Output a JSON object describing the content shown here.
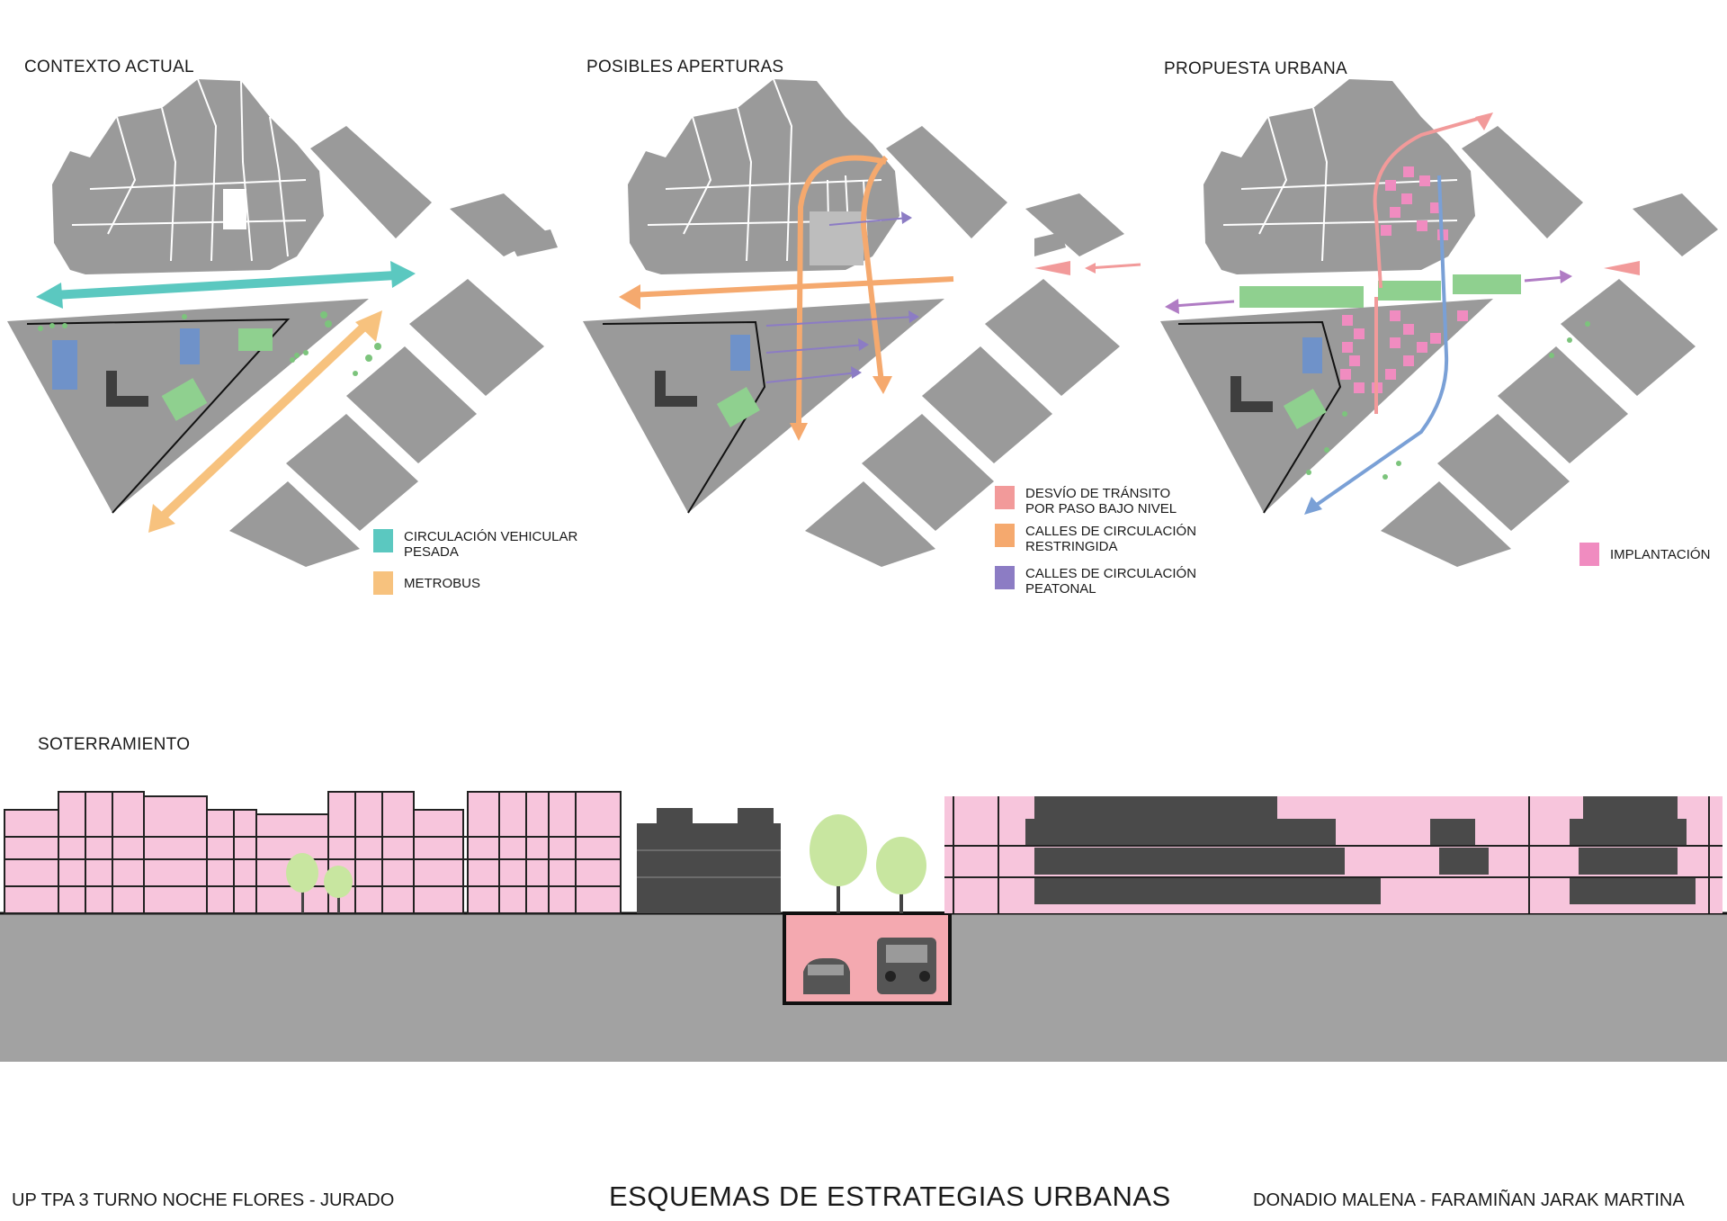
{
  "panels": [
    {
      "title": "CONTEXTO ACTUAL"
    },
    {
      "title": "POSIBLES APERTURAS"
    },
    {
      "title": "PROPUESTA URBANA"
    }
  ],
  "section_title": "SOTERRAMIENTO",
  "legend1": [
    {
      "lines": [
        "CIRCULACIÓN VEHICULAR",
        "PESADA"
      ],
      "color": "#5bc8c0"
    },
    {
      "lines": [
        "METROBUS"
      ],
      "color": "#f7c27e"
    }
  ],
  "legend2": [
    {
      "lines": [
        "DESVÍO DE TRÁNSITO",
        "POR PASO BAJO NIVEL"
      ],
      "color": "#f29a9a"
    },
    {
      "lines": [
        "CALLES DE CIRCULACIÓN",
        "RESTRINGIDA"
      ],
      "color": "#f5a96e"
    },
    {
      "lines": [
        "CALLES DE CIRCULACIÓN",
        "PEATONAL"
      ],
      "color": "#8c7cc4"
    }
  ],
  "legend3": [
    {
      "lines": [
        "IMPLANTACIÓN"
      ],
      "color": "#f08cc0"
    }
  ],
  "footer": {
    "left": "UP TPA 3 TURNO NOCHE FLORES - JURADO",
    "center": "ESQUEMAS DE ESTRATEGIAS URBANAS",
    "right": "DONADIO MALENA - FARAMIÑAN JARAK MARTINA"
  },
  "colors": {
    "block_gray": "#9a9a9a",
    "ground_gray": "#a2a2a2",
    "teal": "#5bc8c0",
    "metrobus": "#f7c27e",
    "restricted": "#f5a96e",
    "pedestrian": "#8c7cc4",
    "detour": "#f29a9a",
    "implant": "#f08cc0",
    "green": "#8fd08f",
    "blue": "#7aa0d6",
    "violet": "#b07cc4",
    "building_pink": "#f7c5dc",
    "building_dark": "#4a4a4a"
  }
}
